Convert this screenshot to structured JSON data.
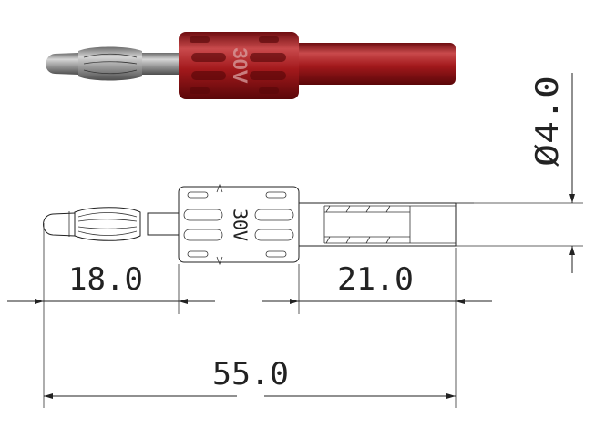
{
  "render": {
    "plug_marking": "30V",
    "housing_color": "#a3191c",
    "housing_shade": "#6e0d10",
    "housing_highlight": "#c94a4c",
    "pin_color": "#9a9a9a"
  },
  "drawing": {
    "marking": "30V",
    "dimensions": {
      "diameter": "Ø4.0",
      "pin_length": "18.0",
      "tail_length": "21.0",
      "overall_length": "55.0"
    }
  }
}
